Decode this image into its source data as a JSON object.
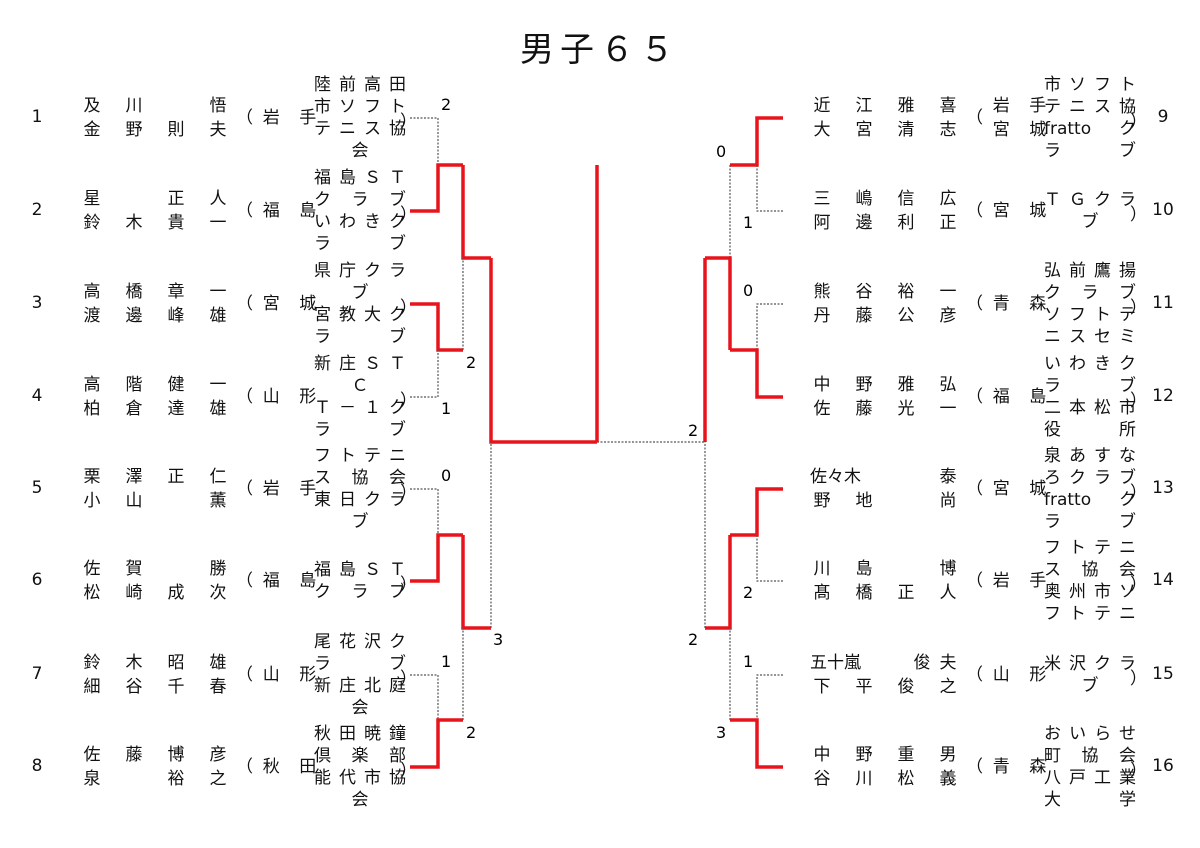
{
  "title": "男子６５",
  "colors": {
    "winner_line": "#e8141b",
    "loser_line": "#555555"
  },
  "left_entries": [
    {
      "seed": "1",
      "p1": [
        "及",
        "川",
        "",
        "悟"
      ],
      "p2": [
        "金",
        "野",
        "則",
        "夫"
      ],
      "pref1": [
        "岩",
        "手"
      ],
      "pref2": [
        "",
        ""
      ],
      "club": [
        "陸前高田",
        "市ソフト",
        "テニス協",
        "会"
      ]
    },
    {
      "seed": "2",
      "p1": [
        "星",
        "",
        "正",
        "人"
      ],
      "p2": [
        "鈴",
        "木",
        "貴",
        "一"
      ],
      "pref1": [
        "福",
        "島"
      ],
      "pref2": [
        "",
        ""
      ],
      "club": [
        "福島ＳＴ",
        "ク ラ ブ",
        "いわきク",
        "ラ　　ブ"
      ]
    },
    {
      "seed": "3",
      "p1": [
        "高",
        "橋",
        "章",
        "一"
      ],
      "p2": [
        "渡",
        "邊",
        "峰",
        "雄"
      ],
      "pref1": [
        "宮",
        "城"
      ],
      "pref2": [
        "",
        ""
      ],
      "club": [
        "県庁クラ",
        "ブ",
        "宮教大ク",
        "ラ　　ブ"
      ]
    },
    {
      "seed": "4",
      "p1": [
        "高",
        "階",
        "健",
        "一"
      ],
      "p2": [
        "柏",
        "倉",
        "達",
        "雄"
      ],
      "pref1": [
        "山",
        "形"
      ],
      "pref2": [
        "",
        ""
      ],
      "club": [
        "新庄ＳＴ",
        "Ｃ",
        "Ｔ－１ク",
        "ラ　　ブ"
      ]
    },
    {
      "seed": "5",
      "p1": [
        "栗",
        "澤",
        "正",
        "仁"
      ],
      "p2": [
        "小",
        "山",
        "",
        "薫"
      ],
      "pref1": [
        "岩",
        "手"
      ],
      "pref2": [
        "",
        ""
      ],
      "club": [
        "フトテニ",
        "ス 協 会",
        "東日クラ",
        "ブ"
      ]
    },
    {
      "seed": "6",
      "p1": [
        "佐",
        "賀",
        "",
        "勝"
      ],
      "p2": [
        "松",
        "崎",
        "成",
        "次"
      ],
      "pref1": [
        "福",
        "島"
      ],
      "pref2": [
        "",
        ""
      ],
      "club": [
        "福島ＳＴ",
        "ク ラ ブ"
      ]
    },
    {
      "seed": "7",
      "p1": [
        "鈴",
        "木",
        "昭",
        "雄"
      ],
      "p2": [
        "細",
        "谷",
        "千",
        "春"
      ],
      "pref1": [
        "山",
        "形"
      ],
      "pref2": [
        "",
        ""
      ],
      "club": [
        "尾花沢ク",
        "ラ　　ブ",
        "新庄北庭",
        "会"
      ]
    },
    {
      "seed": "8",
      "p1": [
        "佐",
        "藤",
        "博",
        "彦"
      ],
      "p2": [
        "泉",
        "",
        "裕",
        "之"
      ],
      "pref1": [
        "秋",
        "田"
      ],
      "pref2": [
        "",
        ""
      ],
      "club": [
        "秋田暁鐘",
        "倶 楽 部",
        "能代市協",
        "会"
      ]
    }
  ],
  "right_entries": [
    {
      "seed": "9",
      "p1": [
        "近",
        "江",
        "雅",
        "喜"
      ],
      "p2": [
        "大",
        "宮",
        "清",
        "志"
      ],
      "pref1": [
        "岩",
        "手"
      ],
      "pref2": [
        "宮",
        "城"
      ],
      "club": [
        "市ソフト",
        "テニス協",
        "frattoク",
        "ラ　　ブ"
      ]
    },
    {
      "seed": "10",
      "p1": [
        "三",
        "嶋",
        "信",
        "広"
      ],
      "p2": [
        "阿",
        "邊",
        "利",
        "正"
      ],
      "pref1": [
        "宮",
        "城"
      ],
      "pref2": [
        "",
        ""
      ],
      "club": [
        "ＴＧクラ",
        "ブ"
      ]
    },
    {
      "seed": "11",
      "p1": [
        "熊",
        "谷",
        "裕",
        "一"
      ],
      "p2": [
        "丹",
        "藤",
        "公",
        "彦"
      ],
      "pref1": [
        "青",
        "森"
      ],
      "pref2": [
        "",
        ""
      ],
      "club": [
        "弘前鷹揚",
        "ク ラ ブ",
        "ソフトテ",
        "ニスセミ"
      ]
    },
    {
      "seed": "12",
      "p1": [
        "中",
        "野",
        "雅",
        "弘"
      ],
      "p2": [
        "佐",
        "藤",
        "光",
        "一"
      ],
      "pref1": [
        "福",
        "島"
      ],
      "pref2": [
        "",
        ""
      ],
      "club": [
        "いわきク",
        "ラ　　ブ",
        "二本松市",
        "役　　所"
      ]
    },
    {
      "seed": "13",
      "p1": [
        "佐々木",
        "",
        "",
        "泰"
      ],
      "p2": [
        "野",
        "地",
        "",
        "尚"
      ],
      "pref1": [
        "宮",
        "城"
      ],
      "pref2": [
        "",
        ""
      ],
      "club": [
        "泉あすな",
        "ろクラブ",
        "frattoク",
        "ラ　　ブ"
      ]
    },
    {
      "seed": "14",
      "p1": [
        "川",
        "島",
        "",
        "博"
      ],
      "p2": [
        "髙",
        "橋",
        "正",
        "人"
      ],
      "pref1": [
        "岩",
        "手"
      ],
      "pref2": [
        "",
        ""
      ],
      "club": [
        "フトテニ",
        "ス 協 会",
        "奥州市ソ",
        "フトテニ"
      ]
    },
    {
      "seed": "15",
      "p1": [
        "五十嵐",
        "",
        "俊",
        "夫"
      ],
      "p2": [
        "下",
        "平",
        "俊",
        "之"
      ],
      "pref1": [
        "山",
        "形"
      ],
      "pref2": [
        "",
        ""
      ],
      "club": [
        "米沢クラ",
        "ブ"
      ]
    },
    {
      "seed": "16",
      "p1": [
        "中",
        "野",
        "重",
        "男"
      ],
      "p2": [
        "谷",
        "川",
        "松",
        "義"
      ],
      "pref1": [
        "青",
        "森"
      ],
      "pref2": [
        "",
        ""
      ],
      "club": [
        "おいらせ",
        "町 協 会",
        "八戸工業",
        "大　　学"
      ]
    }
  ],
  "scores": {
    "l_r1_m1_top": "2",
    "l_r1_m2_top": "2",
    "l_r1_m2_bot": "1",
    "l_r1_m3_top": "0",
    "l_r1_m4_top": "1",
    "l_r1_m4_bot": "2",
    "l_r2_m2_bot": "3",
    "r_r1_m1_top": "0",
    "r_r1_m1_bot": "1",
    "r_r1_m2_top": "0",
    "r_r1_m3_bot": "2",
    "r_r1_m4_top": "1",
    "r_r1_m4_bot": "3",
    "r_r2_m1_bot": "2",
    "r_r2_m2_bot": "2"
  }
}
